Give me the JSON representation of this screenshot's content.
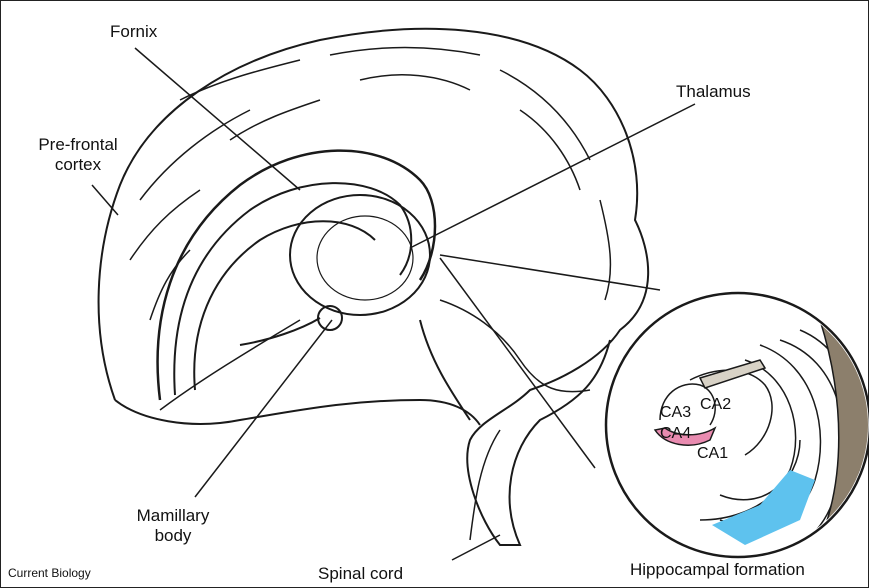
{
  "labels": {
    "fornix": "Fornix",
    "prefrontal_line1": "Pre-frontal",
    "prefrontal_line2": "cortex",
    "thalamus": "Thalamus",
    "mamillary_line1": "Mamillary",
    "mamillary_line2": "body",
    "spinal_cord": "Spinal cord",
    "hippocampal": "Hippocampal formation",
    "ca1": "CA1",
    "ca2": "CA2",
    "ca3": "CA3",
    "ca4": "CA4"
  },
  "credit": "Current Biology",
  "colors": {
    "ca4_fill": "#e98bb0",
    "ca1_fill": "#5ec2ee",
    "ventricle_fill": "#8c7f6c"
  }
}
